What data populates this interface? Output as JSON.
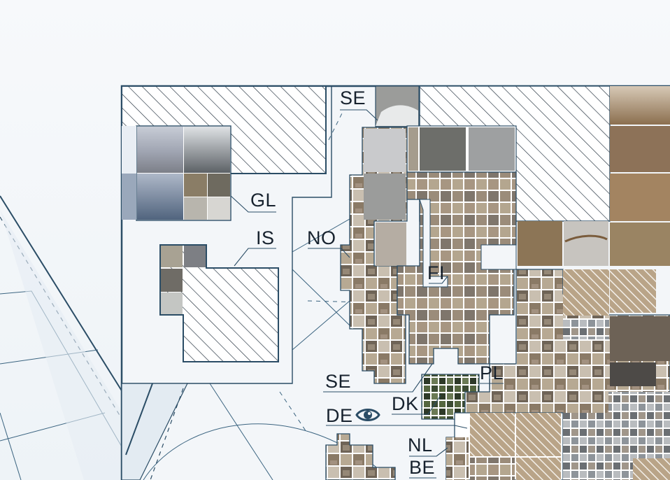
{
  "map": {
    "labels": {
      "se_top": "SE",
      "gl": "GL",
      "is": "IS",
      "no": "NO",
      "fi": "FI",
      "se_bottom": "SE",
      "dk": "DK",
      "pl": "PL",
      "de": "DE",
      "nl": "NL",
      "be": "BE"
    },
    "icons": {
      "visibility": "eye-icon"
    },
    "colors": {
      "border": "#2b4d66",
      "water": "#f1f5f9",
      "hatch": "#1f2d3a",
      "label": "#17222e"
    }
  }
}
